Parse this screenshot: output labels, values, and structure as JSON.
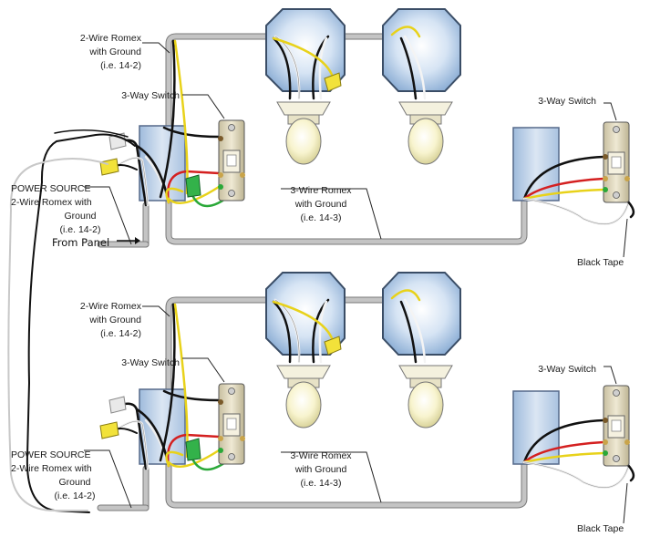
{
  "colors": {
    "conduit": "#b9b9b9",
    "conduit_edge": "#7a7a7a",
    "box_blue": "#b8cde6",
    "fixture_blue": "#a9c4e4",
    "switch_body": "#d9d2b8",
    "wire_black": "#111111",
    "wire_red": "#d42020",
    "wire_yellow": "#e8d21a",
    "wire_white": "#eeeeee",
    "wire_green": "#2aa838",
    "nut_yellow": "#f2e23a",
    "nut_green": "#33b24a",
    "bulb": "#f6f2c8"
  },
  "top": {
    "label_2wire_line1": "2-Wire Romex",
    "label_2wire_line2": "with Ground",
    "label_2wire_line3": "(i.e. 14-2)",
    "label_switch_left": "3-Way Switch",
    "label_switch_right": "3-Way Switch",
    "label_power_line1": "POWER SOURCE",
    "label_power_line2": "2-Wire Romex with",
    "label_power_line3": "Ground",
    "label_power_line4": "(i.e. 14-2)",
    "label_3wire_line1": "3-Wire Romex",
    "label_3wire_line2": "with Ground",
    "label_3wire_line3": "(i.e. 14-3)",
    "label_from_panel": "From Panel",
    "label_black_tape": "Black Tape"
  },
  "bottom": {
    "label_2wire_line1": "2-Wire Romex",
    "label_2wire_line2": "with Ground",
    "label_2wire_line3": "(i.e. 14-2)",
    "label_switch_left": "3-Way Switch",
    "label_switch_right": "3-Way Switch",
    "label_power_line1": "POWER SOURCE",
    "label_power_line2": "2-Wire Romex with",
    "label_power_line3": "Ground",
    "label_power_line4": "(i.e. 14-2)",
    "label_3wire_line1": "3-Wire Romex",
    "label_3wire_line2": "with Ground",
    "label_3wire_line3": "(i.e. 14-3)",
    "label_black_tape": "Black Tape"
  }
}
